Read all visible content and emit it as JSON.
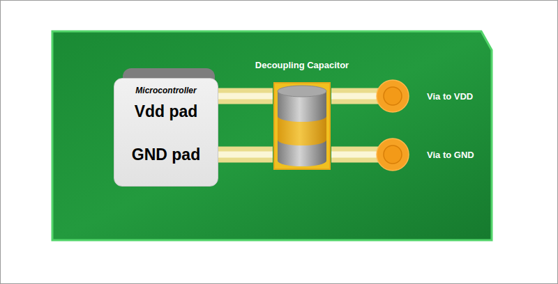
{
  "diagram": {
    "nodes": [
      {
        "text": [
          "Microcontroller",
          "Vdd pad",
          "GND pad"
        ]
      },
      {
        "text": [
          "Decoupling Capacitor"
        ]
      },
      {
        "text": [
          "Via to VDD"
        ]
      },
      {
        "text": [
          "Via to GND"
        ]
      }
    ],
    "edges": [
      {
        "from": 0,
        "to": 1,
        "arrow": "none"
      },
      {
        "from": 0,
        "to": 1,
        "arrow": "none"
      },
      {
        "from": 1,
        "to": 2,
        "arrow": "none"
      },
      {
        "from": 1,
        "to": 3,
        "arrow": "none"
      }
    ]
  }
}
